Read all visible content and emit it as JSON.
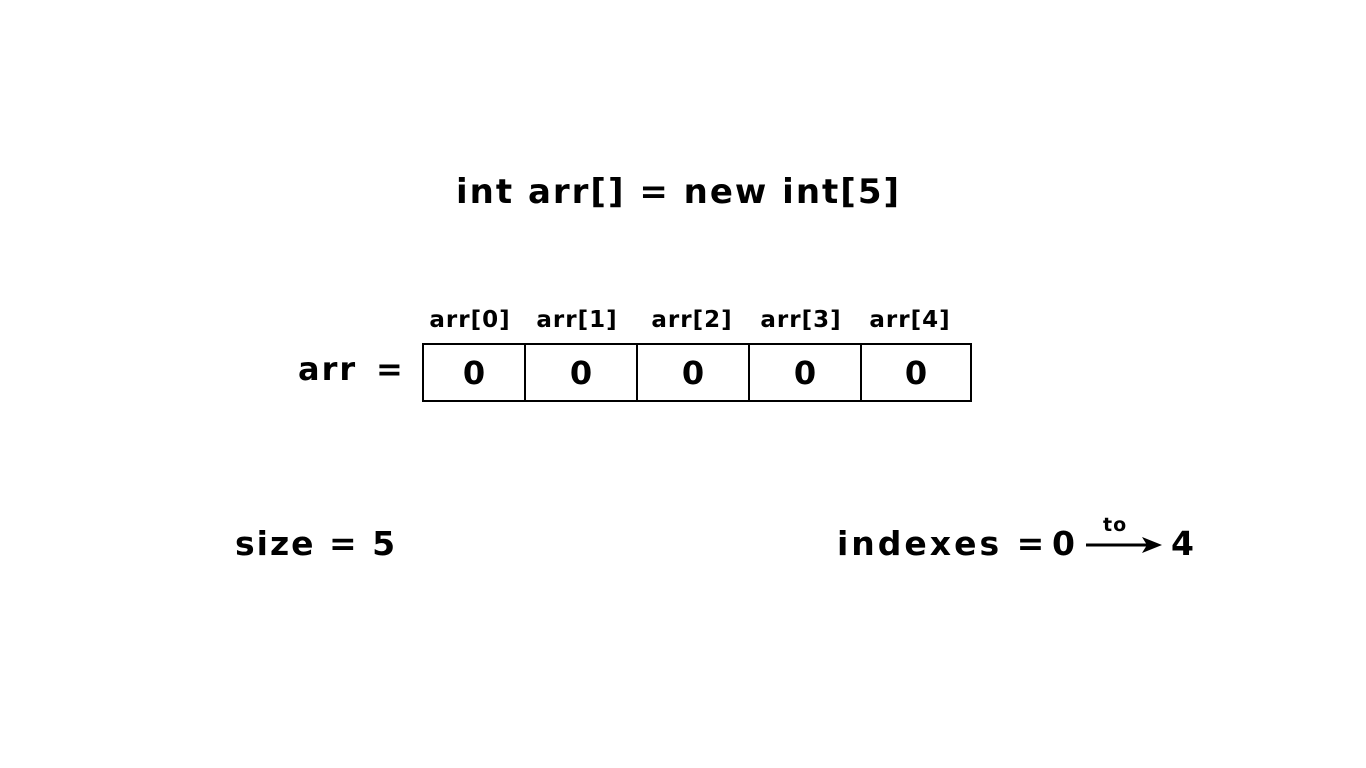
{
  "declaration": "int arr[] = new int[5]",
  "array": {
    "name": "arr",
    "equals": "=",
    "index_labels": [
      "arr[0]",
      "arr[1]",
      "arr[2]",
      "arr[3]",
      "arr[4]"
    ],
    "values": [
      "0",
      "0",
      "0",
      "0",
      "0"
    ]
  },
  "size_text": "size = 5",
  "indexes": {
    "label": "indexes =",
    "start": "0",
    "connector": "to",
    "end": "4"
  }
}
